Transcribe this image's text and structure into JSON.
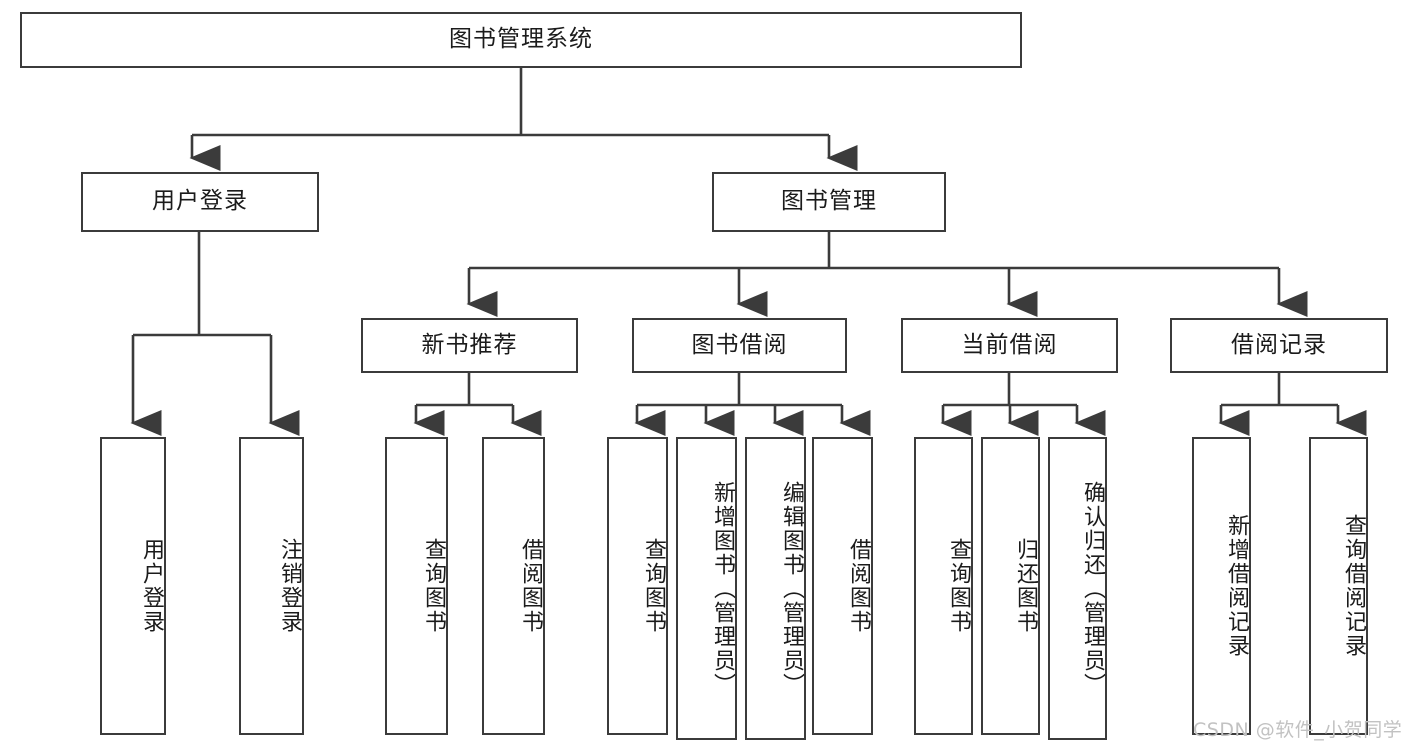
{
  "diagram": {
    "title_node": {
      "label": "图书管理系统"
    },
    "level1": [
      {
        "label": "用户登录"
      },
      {
        "label": "图书管理"
      }
    ],
    "level2": [
      {
        "label": "新书推荐"
      },
      {
        "label": "图书借阅"
      },
      {
        "label": "当前借阅"
      },
      {
        "label": "借阅记录"
      }
    ],
    "leaves": {
      "user_login": [
        {
          "label": "用户登录"
        },
        {
          "label": "注销登录"
        }
      ],
      "new_book_recommend": [
        {
          "label": "查询图书"
        },
        {
          "label": "借阅图书"
        }
      ],
      "book_borrow": [
        {
          "label": "查询图书"
        },
        {
          "label": "新增图书（管理员）"
        },
        {
          "label": "编辑图书（管理员）"
        },
        {
          "label": "借阅图书"
        }
      ],
      "current_borrow": [
        {
          "label": "查询图书"
        },
        {
          "label": "归还图书"
        },
        {
          "label": "确认归还（管理员）"
        }
      ],
      "borrow_records": [
        {
          "label": "新增借阅记录"
        },
        {
          "label": "查询借阅记录"
        }
      ]
    }
  },
  "watermark": {
    "text": "CSDN @软件_小贺同学"
  },
  "colors": {
    "border": "#3b3b3b",
    "text": "#1b1b1b",
    "background": "#ffffff",
    "watermark": "#c2c2c2"
  }
}
